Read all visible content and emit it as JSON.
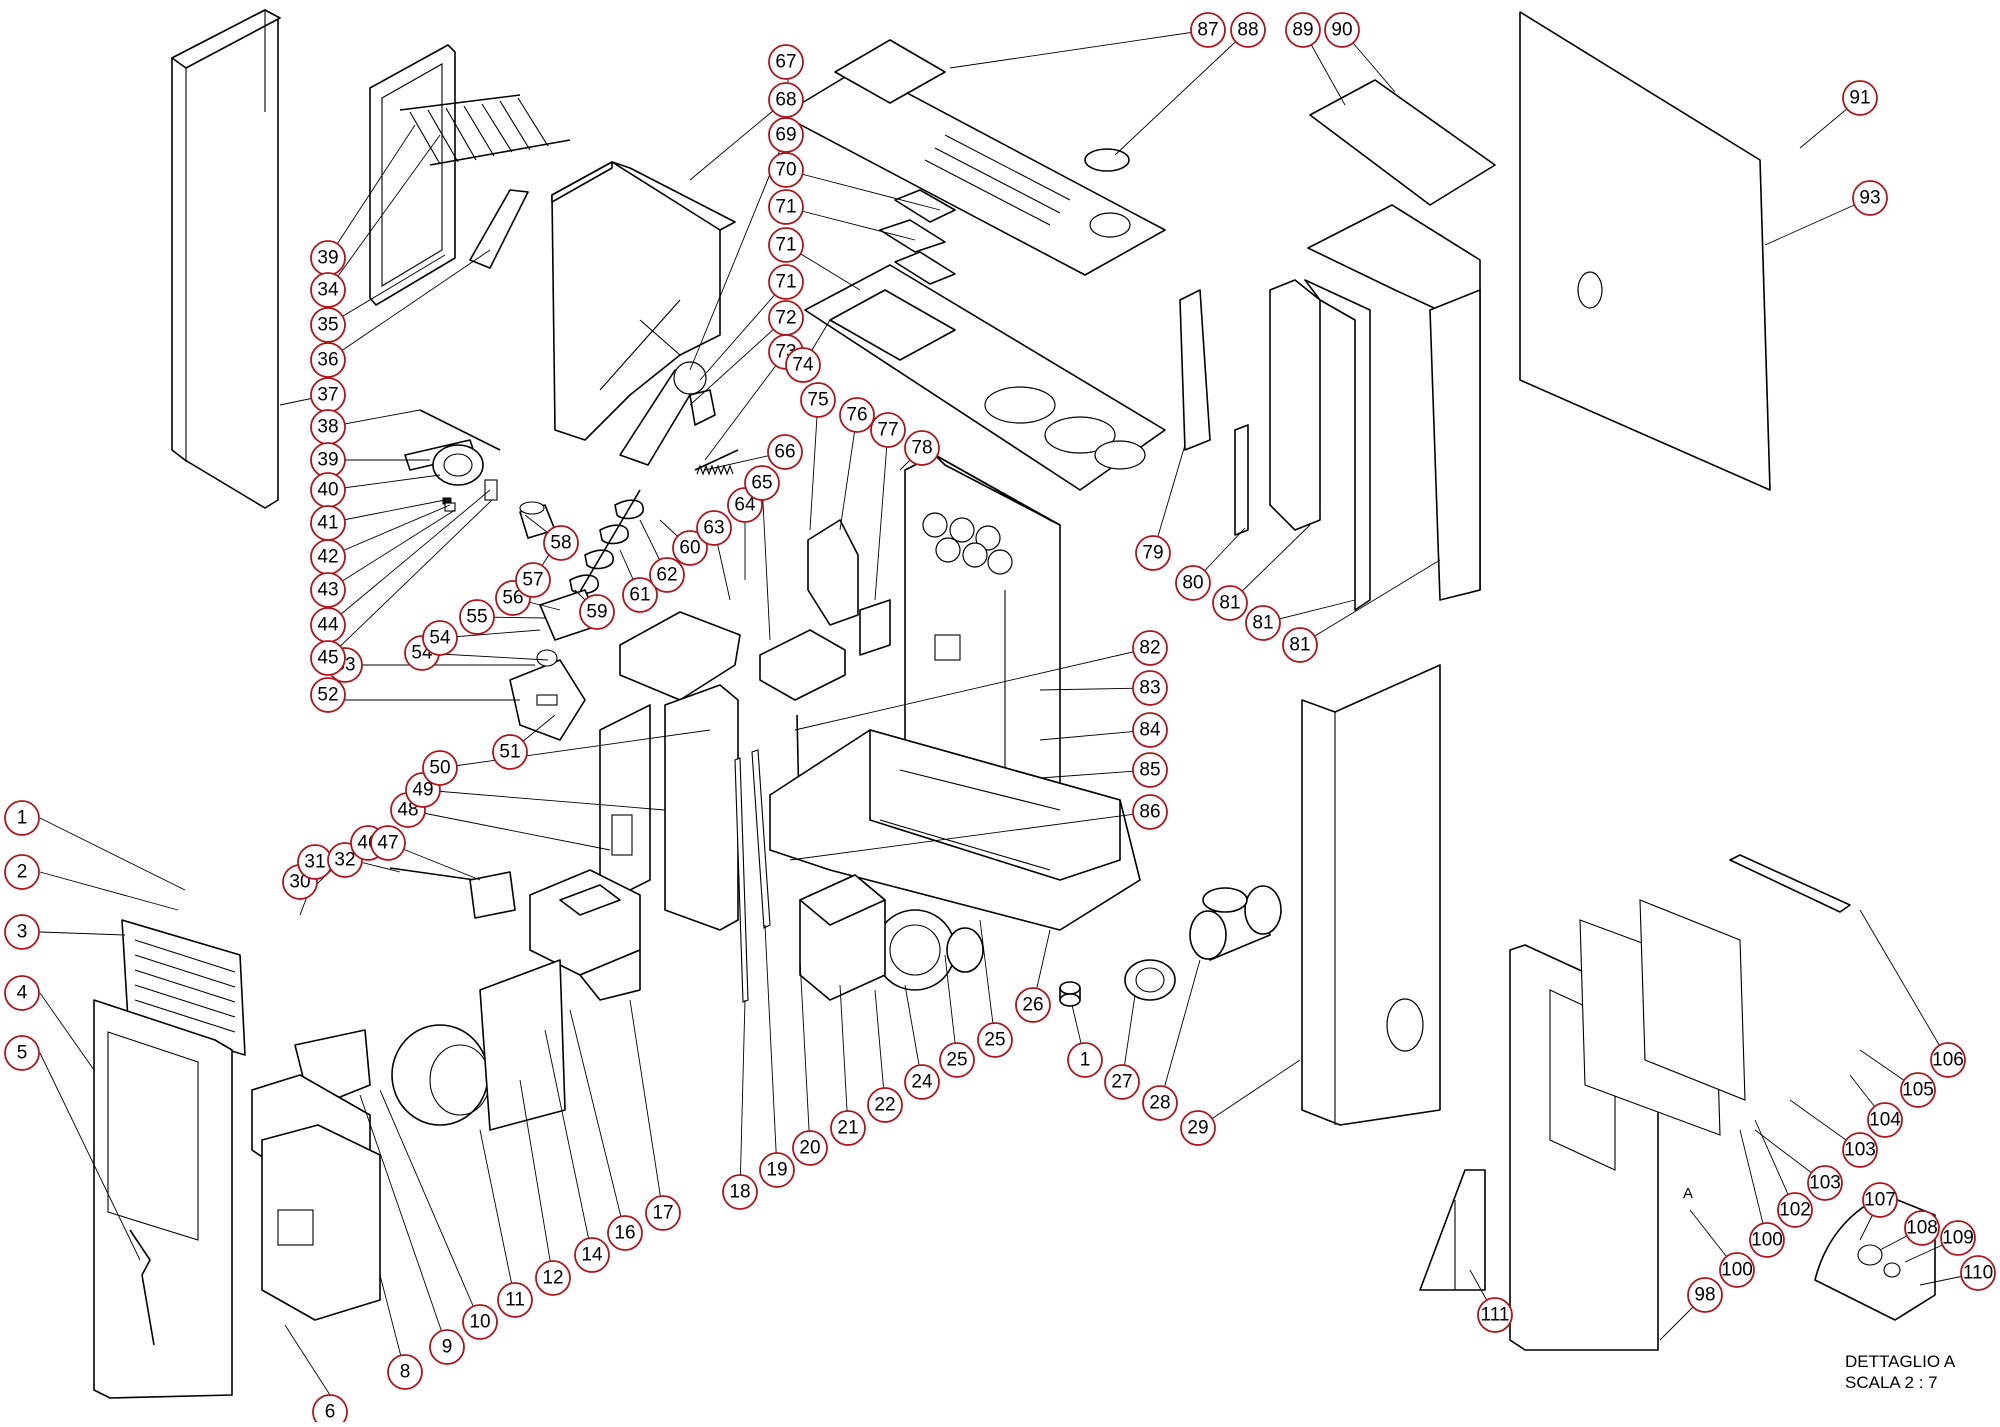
{
  "detail_caption": {
    "line1": "DETTAGLIO A",
    "line2": "SCALA 2 : 7"
  },
  "detail_marker": "A",
  "callouts": [
    "1",
    "2",
    "3",
    "4",
    "5",
    "6",
    "8",
    "9",
    "10",
    "11",
    "12",
    "14",
    "16",
    "17",
    "18",
    "19",
    "20",
    "21",
    "22",
    "24",
    "25",
    "25",
    "26",
    "1",
    "27",
    "28",
    "29",
    "30",
    "31",
    "32",
    "46",
    "47",
    "48",
    "49",
    "50",
    "51",
    "52",
    "53",
    "54",
    "54",
    "55",
    "56",
    "57",
    "58",
    "59",
    "60",
    "61",
    "62",
    "63",
    "64",
    "65",
    "66",
    "67",
    "68",
    "69",
    "70",
    "71",
    "71",
    "71",
    "72",
    "73",
    "74",
    "75",
    "76",
    "77",
    "78",
    "79",
    "80",
    "81",
    "81",
    "81",
    "82",
    "83",
    "84",
    "85",
    "86",
    "87",
    "88",
    "89",
    "90",
    "91",
    "93",
    "98",
    "100",
    "100",
    "102",
    "103",
    "103",
    "104",
    "105",
    "106",
    "107",
    "108",
    "109",
    "110",
    "111",
    "39",
    "34",
    "35",
    "36",
    "37",
    "38",
    "39",
    "40",
    "41",
    "42",
    "43",
    "44",
    "45"
  ]
}
